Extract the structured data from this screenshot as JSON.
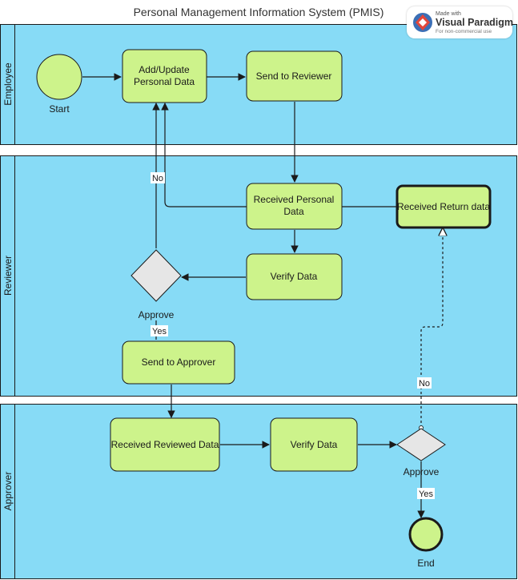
{
  "diagram": {
    "title": "Personal Management Information System (PMIS)",
    "lanes": {
      "employee": "Employee",
      "reviewer": "Reviewer",
      "approver": "Approver"
    },
    "tasks": {
      "add_update_line1": "Add/Update",
      "add_update_line2": "Personal Data",
      "send_to_reviewer": "Send to Reviewer",
      "received_personal_line1": "Received Personal",
      "received_personal_line2": "Data",
      "received_return": "Received Return data",
      "verify_data_reviewer": "Verify Data",
      "send_to_approver": "Send to Approver",
      "received_reviewed": "Received Reviewed Data",
      "verify_data_approver": "Verify Data"
    },
    "events": {
      "start": "Start",
      "end": "End"
    },
    "gateways": {
      "reviewer_approve": "Approve",
      "approver_approve": "Approve"
    },
    "flow_labels": {
      "reviewer_no": "No",
      "reviewer_yes": "Yes",
      "approver_no": "No",
      "approver_yes": "Yes"
    },
    "colors": {
      "lane_fill": "#87dbf6",
      "task_fill": "#cdf38b",
      "gateway_fill": "#e6e6e6"
    }
  },
  "watermark": {
    "small": "Made with",
    "brand": "Visual Paradigm",
    "note": "For non-commercial use"
  }
}
